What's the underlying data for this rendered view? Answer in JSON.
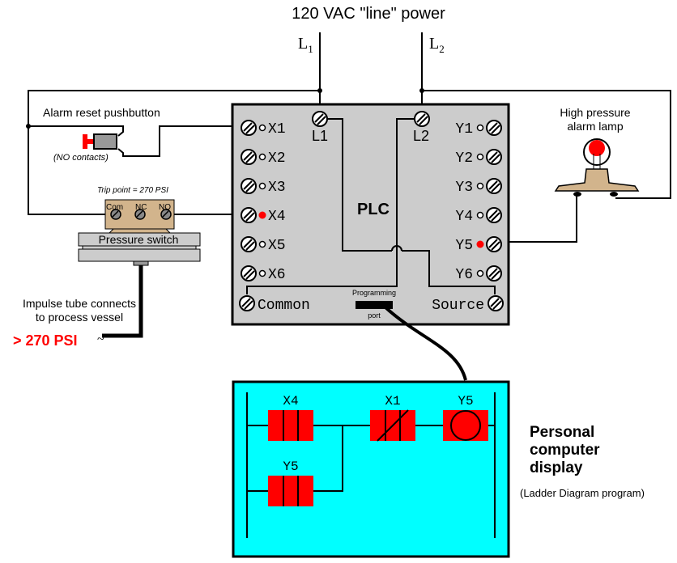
{
  "title": "120 VAC \"line\" power",
  "power": {
    "l1_label": "L",
    "l1_sub": "1",
    "l2_label": "L",
    "l2_sub": "2"
  },
  "pushbutton": {
    "label": "Alarm reset pushbutton",
    "note": "(NO contacts)"
  },
  "pressure_switch": {
    "trip_point": "Trip point = 270 PSI",
    "terminals": [
      "Com",
      "NC",
      "NO"
    ],
    "label": "Pressure switch"
  },
  "impulse": {
    "line1": "Impulse tube connects",
    "line2": "to process vessel",
    "pressure": "> 270 PSI"
  },
  "plc": {
    "name": "PLC",
    "l1": "L1",
    "l2": "L2",
    "inputs": [
      {
        "label": "X1",
        "active": false
      },
      {
        "label": "X2",
        "active": false
      },
      {
        "label": "X3",
        "active": false
      },
      {
        "label": "X4",
        "active": true
      },
      {
        "label": "X5",
        "active": false
      },
      {
        "label": "X6",
        "active": false
      }
    ],
    "outputs": [
      {
        "label": "Y1",
        "active": false
      },
      {
        "label": "Y2",
        "active": false
      },
      {
        "label": "Y3",
        "active": false
      },
      {
        "label": "Y4",
        "active": false
      },
      {
        "label": "Y5",
        "active": true
      },
      {
        "label": "Y6",
        "active": false
      }
    ],
    "common": "Common",
    "source": "Source",
    "port_top": "Programming",
    "port_bottom": "port"
  },
  "lamp": {
    "line1": "High pressure",
    "line2": "alarm lamp"
  },
  "ladder": {
    "rung1_contact1": "X4",
    "rung1_contact2": "X1",
    "rung1_coil": "Y5",
    "branch_contact": "Y5"
  },
  "pc": {
    "line1": "Personal",
    "line2": "computer",
    "line3": "display",
    "note": "(Ladder Diagram program)"
  },
  "colors": {
    "plc_body": "#cccccc",
    "screen": "#00ffff",
    "active": "#ff0000",
    "switch_body": "#d2b48c",
    "gray": "#999999"
  }
}
